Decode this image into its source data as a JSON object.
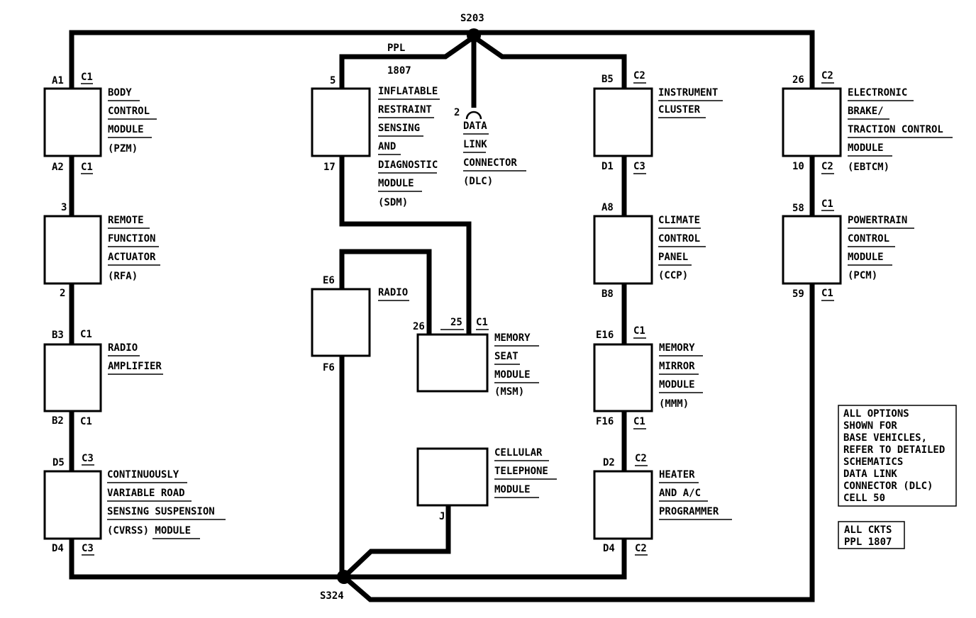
{
  "splices": {
    "top": "S203",
    "bottom": "S324"
  },
  "wire": {
    "color": "PPL",
    "circuit": "1807"
  },
  "modules": {
    "bcm": {
      "lines": [
        "BODY",
        "CONTROL",
        "MODULE",
        "(PZM)"
      ],
      "pin_top": "A1",
      "conn_top": "C1",
      "pin_bot": "A2",
      "conn_bot": "C1"
    },
    "rfa": {
      "lines": [
        "REMOTE",
        "FUNCTION",
        "ACTUATOR",
        "(RFA)"
      ],
      "pin_top": "3",
      "pin_bot": "2"
    },
    "amp": {
      "lines": [
        "RADIO",
        "AMPLIFIER"
      ],
      "pin_top": "B3",
      "conn_top": "C1",
      "pin_bot": "B2",
      "conn_bot": "C1"
    },
    "cvrss": {
      "lines": [
        "CONTINUOUSLY",
        "VARIABLE ROAD",
        "SENSING SUSPENSION",
        "(CVRSS) MODULE"
      ],
      "pin_top": "D5",
      "conn_top": "C3",
      "pin_bot": "D4",
      "conn_bot": "C3"
    },
    "sdm": {
      "lines": [
        "INFLATABLE",
        "RESTRAINT",
        "SENSING",
        "AND",
        "DIAGNOSTIC",
        "MODULE",
        "(SDM)"
      ],
      "pin_top": "5",
      "pin_bot": "17"
    },
    "dlc": {
      "lines": [
        "DATA",
        "LINK",
        "CONNECTOR",
        "(DLC)"
      ],
      "pin": "2"
    },
    "radio": {
      "lines": [
        "RADIO"
      ],
      "pin_top": "E6",
      "pin_bot": "F6"
    },
    "msm": {
      "lines": [
        "MEMORY",
        "SEAT",
        "MODULE",
        "(MSM)"
      ],
      "pin_a": "26",
      "pin_b": "25",
      "conn": "C1"
    },
    "cell": {
      "lines": [
        "CELLULAR",
        "TELEPHONE",
        "MODULE"
      ],
      "pin": "J"
    },
    "ipc": {
      "lines": [
        "INSTRUMENT",
        "CLUSTER"
      ],
      "pin_top": "B5",
      "conn_top": "C2",
      "pin_bot": "D1",
      "conn_bot": "C3"
    },
    "ccp": {
      "lines": [
        "CLIMATE",
        "CONTROL",
        "PANEL",
        "(CCP)"
      ],
      "pin_top": "A8",
      "pin_bot": "B8"
    },
    "mmm": {
      "lines": [
        "MEMORY",
        "MIRROR",
        "MODULE",
        "(MMM)"
      ],
      "pin_top": "E16",
      "conn_top": "C1",
      "pin_bot": "F16",
      "conn_bot": "C1"
    },
    "hvac": {
      "lines": [
        "HEATER",
        "AND A/C",
        "PROGRAMMER"
      ],
      "pin_top": "D2",
      "conn_top": "C2",
      "pin_bot": "D4",
      "conn_bot": "C2"
    },
    "ebtcm": {
      "lines": [
        "ELECTRONIC",
        "BRAKE/",
        "TRACTION CONTROL",
        "MODULE",
        "(EBTCM)"
      ],
      "pin_top": "26",
      "conn_top": "C2",
      "pin_bot": "10",
      "conn_bot": "C2"
    },
    "pcm": {
      "lines": [
        "POWERTRAIN",
        "CONTROL",
        "MODULE",
        "(PCM)"
      ],
      "pin_top": "58",
      "conn_top": "C1",
      "pin_bot": "59",
      "conn_bot": "C1"
    }
  },
  "notes": {
    "options": [
      "ALL OPTIONS",
      "SHOWN FOR",
      "BASE VEHICLES,",
      "REFER TO DETAILED",
      "SCHEMATICS",
      "DATA LINK",
      "CONNECTOR (DLC)",
      "CELL 50"
    ],
    "circuits": [
      "ALL CKTS",
      "PPL 1807"
    ]
  }
}
